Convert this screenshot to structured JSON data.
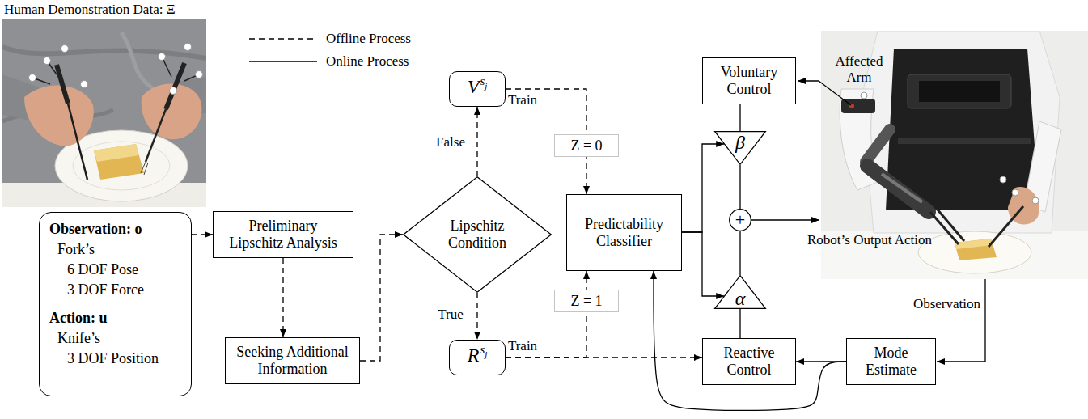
{
  "diagram": {
    "nodes": [
      {
        "text": [
          "Observation: o",
          "Fork’s",
          "6 DOF Pose",
          "3 DOF Force",
          "Action: u",
          "Knife’s",
          "3 DOF Position"
        ]
      },
      {
        "text": [
          "Preliminary Lipschitz Analysis"
        ]
      },
      {
        "text": [
          "Seeking Additional Information"
        ]
      },
      {
        "text": [
          "V",
          "s",
          "j"
        ]
      },
      {
        "text": [
          "Lipschitz Condition"
        ]
      },
      {
        "text": [
          "R",
          "s",
          "j"
        ]
      },
      {
        "text": [
          "Predictability Classifier"
        ]
      },
      {
        "text": [
          "Voluntary Control"
        ]
      },
      {
        "text": [
          "β"
        ]
      },
      {
        "text": [
          "+"
        ]
      },
      {
        "text": [
          "α"
        ]
      },
      {
        "text": [
          "Reactive Control"
        ]
      },
      {
        "text": [
          "Mode Estimate"
        ]
      }
    ],
    "edges": [
      {
        "from": 0,
        "to": 1,
        "arrow": "to"
      },
      {
        "from": 1,
        "to": 2,
        "arrow": "to"
      },
      {
        "from": 2,
        "to": 4,
        "arrow": "to"
      },
      {
        "from": 4,
        "to": 3,
        "arrow": "to",
        "label": "False"
      },
      {
        "from": 4,
        "to": 5,
        "arrow": "to",
        "label": "True"
      },
      {
        "from": 3,
        "to": 6,
        "arrow": "to",
        "label": "Z = 0"
      },
      {
        "from": 5,
        "to": 6,
        "arrow": "to",
        "label": "Z = 1"
      },
      {
        "from": 5,
        "to": 11,
        "arrow": "to",
        "label": "Train"
      },
      {
        "from": 7,
        "to": 8,
        "arrow": "none"
      },
      {
        "from": 6,
        "to": 8,
        "arrow": "to"
      },
      {
        "from": 6,
        "to": 10,
        "arrow": "to"
      },
      {
        "from": 8,
        "to": 9,
        "arrow": "none"
      },
      {
        "from": 10,
        "to": 9,
        "arrow": "none"
      },
      {
        "from": 11,
        "to": 10,
        "arrow": "none"
      },
      {
        "from": 12,
        "to": 11,
        "arrow": "to"
      },
      {
        "from": 12,
        "to": 6,
        "arrow": "to"
      }
    ],
    "labels": [
      "Human Demonstration Data: Ξ",
      "Train",
      "Robot’s Output Action",
      "Observation",
      "Affected Arm"
    ],
    "legend": [
      {
        "text": "Offline Process"
      },
      {
        "text": "Online Process"
      }
    ]
  }
}
